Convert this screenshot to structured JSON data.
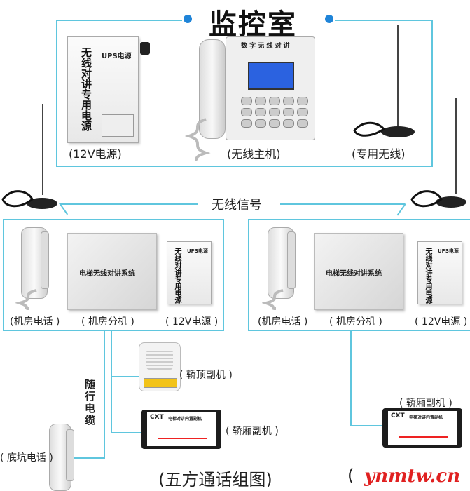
{
  "title": "监控室",
  "footer_caption": "(五方通话组图)",
  "footer_caption_2": "(",
  "watermark": "ynmtw.cn",
  "control_room": {
    "ups_label": "(12V电源)",
    "host_label": "(无线主机)",
    "antenna_label": "(专用无线)",
    "ups_text_vertical": "无线对讲专用电源",
    "ups_brand": "UPS电源",
    "host_panel_title": "数 字 无 线 对 讲"
  },
  "wireless_signal": "无线信号",
  "left_unit": {
    "phone_label": "(机房电话 )",
    "box_label": "( 机房分机 )",
    "power_label": "( 12V电源 )",
    "box_text": "电梯无线对讲系统",
    "ups_text_vertical": "无线对讲专用电源",
    "ups_brand": "UPS电源"
  },
  "right_unit": {
    "phone_label": "(机房电话 )",
    "box_label": "( 机房分机 )",
    "power_label": "( 12V电源 )",
    "box_text": "电梯无线对讲系统",
    "ups_text_vertical": "无线对讲专用电源",
    "ups_brand": "UPS电源"
  },
  "travel_cable": "随行电缆",
  "car_top_label": "( 轿顶副机 )",
  "car_label_left": "( 轿厢副机 )",
  "car_label_right": "( 轿厢副机 )",
  "pit_label": "( 底坑电话 )",
  "car_device_brand": "CXT",
  "car_device_title": "电梯对讲内置副机",
  "colors": {
    "frame": "#5fc6de",
    "dot": "#1f84d8",
    "watermark": "#e02020"
  }
}
